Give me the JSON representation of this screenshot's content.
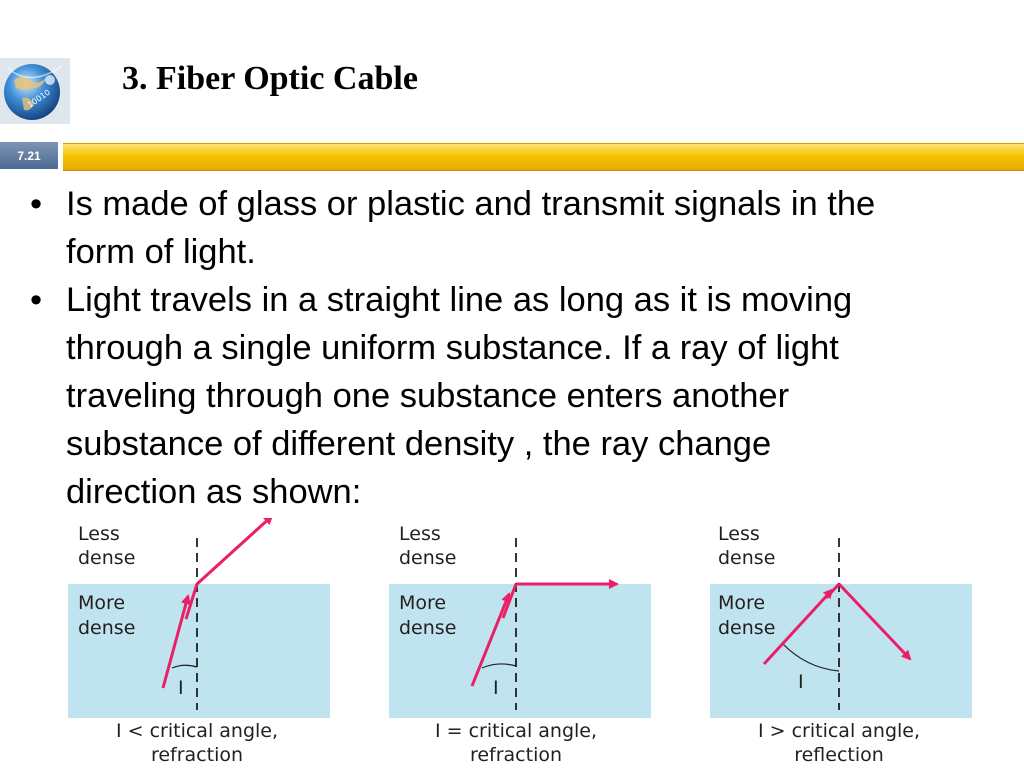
{
  "title": "3. Fiber Optic Cable",
  "slide_number": "7.21",
  "bullets": [
    {
      "lines": [
        "Is made of glass or plastic and transmit signals in the",
        "form of light."
      ]
    },
    {
      "lines": [
        "Light travels in a straight line as long as it is moving",
        "through a single uniform substance. If a ray of light",
        "traveling through one substance enters another",
        "substance of different density , the ray change",
        "direction as shown:"
      ]
    }
  ],
  "bullet_glyph": "•",
  "diagrams": [
    {
      "less_line1": "Less",
      "less_line2": "dense",
      "more_line1": "More",
      "more_line2": "dense",
      "angle_label": "I",
      "caption_line1": "I < critical angle,",
      "caption_line2": "refraction"
    },
    {
      "less_line1": "Less",
      "less_line2": "dense",
      "more_line1": "More",
      "more_line2": "dense",
      "angle_label": "I",
      "caption_line1": "I = critical angle,",
      "caption_line2": "refraction"
    },
    {
      "less_line1": "Less",
      "less_line2": "dense",
      "more_line1": "More",
      "more_line2": "dense",
      "angle_label": "I",
      "caption_line1": "I > critical angle,",
      "caption_line2": "reflection"
    }
  ],
  "colors": {
    "dense_medium": "#bfe4ef",
    "ray": "#ea1f66",
    "accent_bar": "#f5c400",
    "slide_number_bg": "#5d789e"
  },
  "icons": {
    "logo": "globe-network-logo-icon"
  }
}
